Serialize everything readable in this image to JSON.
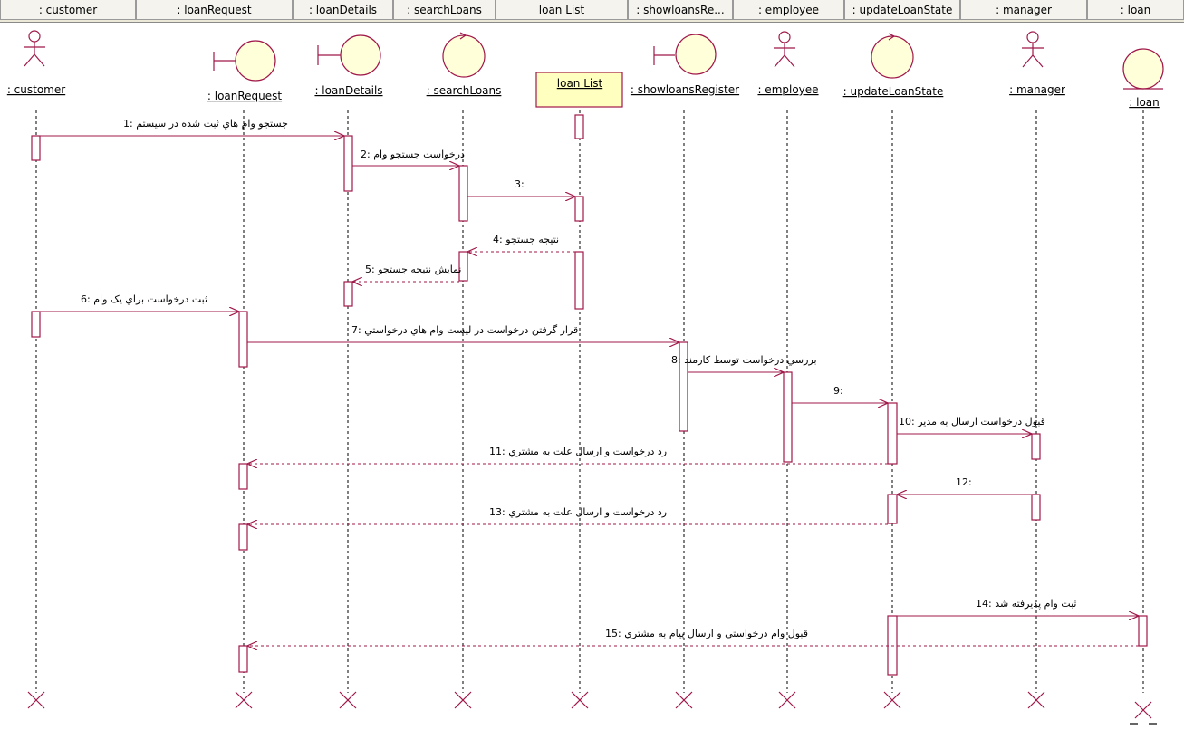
{
  "header_columns": [
    ": customer",
    ": loanRequest",
    ": loanDetails",
    ": searchLoans",
    "loan List",
    ": showloansRe...",
    ": employee",
    ": updateLoanState",
    ": manager",
    ": loan"
  ],
  "objects": [
    {
      "id": "customer",
      "kind": "actor",
      "label": ": customer"
    },
    {
      "id": "loanRequest",
      "kind": "boundary",
      "label": ": loanRequest"
    },
    {
      "id": "loanDetails",
      "kind": "boundary",
      "label": ": loanDetails"
    },
    {
      "id": "searchLoans",
      "kind": "control",
      "label": ": searchLoans"
    },
    {
      "id": "loanList",
      "kind": "note-box",
      "label": "loan List"
    },
    {
      "id": "showloansRegister",
      "kind": "boundary",
      "label": ": showloansRegister"
    },
    {
      "id": "employee",
      "kind": "actor",
      "label": ": employee"
    },
    {
      "id": "updateLoanState",
      "kind": "control",
      "label": ": updateLoanState"
    },
    {
      "id": "manager",
      "kind": "actor",
      "label": ": manager"
    },
    {
      "id": "loan",
      "kind": "entity",
      "label": ": loan"
    }
  ],
  "messages": [
    {
      "num": "1",
      "text": "جستجو وام هاي ثبت شده در سيستم :1",
      "from": "customer",
      "to": "loanDetails",
      "style": "sync"
    },
    {
      "num": "2",
      "text": "درخواست جستجو وام :2",
      "from": "loanDetails",
      "to": "searchLoans",
      "style": "sync"
    },
    {
      "num": "3",
      "text": "3:",
      "from": "searchLoans",
      "to": "loanList",
      "style": "sync"
    },
    {
      "num": "4",
      "text": "نتيجه جستجو :4",
      "from": "loanList",
      "to": "searchLoans",
      "style": "return"
    },
    {
      "num": "5",
      "text": "نمايش نتيجه جستجو :5",
      "from": "searchLoans",
      "to": "loanDetails",
      "style": "return"
    },
    {
      "num": "6",
      "text": "ثبت درخواست براي يک وام :6",
      "from": "customer",
      "to": "loanRequest",
      "style": "sync"
    },
    {
      "num": "7",
      "text": "قرار گرفتن درخواست در ليست وام هاي درخواستي :7",
      "from": "loanRequest",
      "to": "showloansRegister",
      "style": "sync"
    },
    {
      "num": "8",
      "text": "بررسي درخواست توسط کارمند :8",
      "from": "showloansRegister",
      "to": "employee",
      "style": "sync"
    },
    {
      "num": "9",
      "text": "9:",
      "from": "employee",
      "to": "updateLoanState",
      "style": "sync"
    },
    {
      "num": "10",
      "text": "قبول درخواست ارسال به مدير :10",
      "from": "updateLoanState",
      "to": "manager",
      "style": "sync"
    },
    {
      "num": "11",
      "text": "رد درخواست و ارسال علت به مشتري :11",
      "from": "updateLoanState",
      "to": "loanRequest",
      "style": "return"
    },
    {
      "num": "12",
      "text": "12:",
      "from": "manager",
      "to": "updateLoanState",
      "style": "sync"
    },
    {
      "num": "13",
      "text": "رد درخواست و ارسال علت به مشتري :13",
      "from": "updateLoanState",
      "to": "loanRequest",
      "style": "return"
    },
    {
      "num": "14",
      "text": "ثبت وام پذيرفته شد :14",
      "from": "updateLoanState",
      "to": "loan",
      "style": "sync"
    },
    {
      "num": "15",
      "text": "قبول وام درخواستي و ارسال پيام به مشتري :15",
      "from": "loan",
      "to": "loanRequest",
      "style": "return"
    }
  ],
  "colors": {
    "message_line": "#a0184a",
    "activation_fill": "#ffffff",
    "activation_stroke": "#a0184a",
    "object_fill": "#ffffd9",
    "object_stroke": "#a0184a",
    "note_box_fill": "#ffffc0",
    "lifeline": "#000000",
    "header_bg": "#ece9d8"
  }
}
